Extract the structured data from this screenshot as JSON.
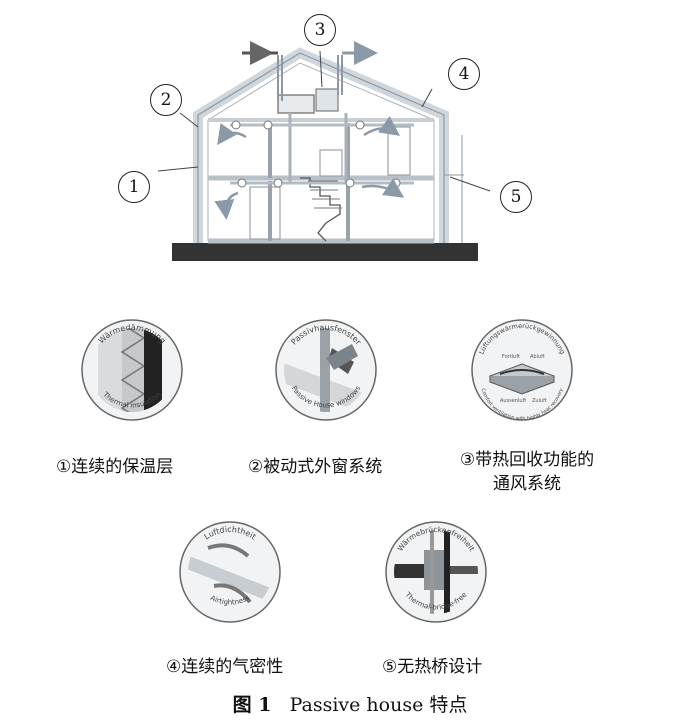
{
  "house": {
    "callouts": [
      "1",
      "2",
      "3",
      "4",
      "5"
    ]
  },
  "badges": [
    {
      "top_text": "Wärmedämmung",
      "bottom_text": "Thermal insulation",
      "caption": "①连续的保温层",
      "icon": "insulation-layer-icon"
    },
    {
      "top_text": "Passivhausfenster",
      "bottom_text": "Passive House windows",
      "caption": "②被动式外窗系统",
      "icon": "window-frame-icon"
    },
    {
      "top_text": "Lüftungswärmerückgewinnung",
      "bottom_text": "Comfort ventilation with highly heat recovery",
      "caption_line1": "③带热回收功能的",
      "caption_line2": "通风系统",
      "icon": "heat-exchanger-icon",
      "inner_labels": [
        "Fortluft",
        "Abluft",
        "Aussenluft",
        "Zuluft"
      ]
    },
    {
      "top_text": "Luftdichtheit",
      "bottom_text": "Airtightness",
      "caption": "④连续的气密性",
      "icon": "airtight-seal-icon"
    },
    {
      "top_text": "Wärmebrückenfreiheit",
      "bottom_text": "Thermal-bridge-free",
      "caption": "⑤无热桥设计",
      "icon": "thermal-bridge-icon"
    }
  ],
  "figure_caption": {
    "label": "图 1",
    "text": "Passive house 特点"
  }
}
